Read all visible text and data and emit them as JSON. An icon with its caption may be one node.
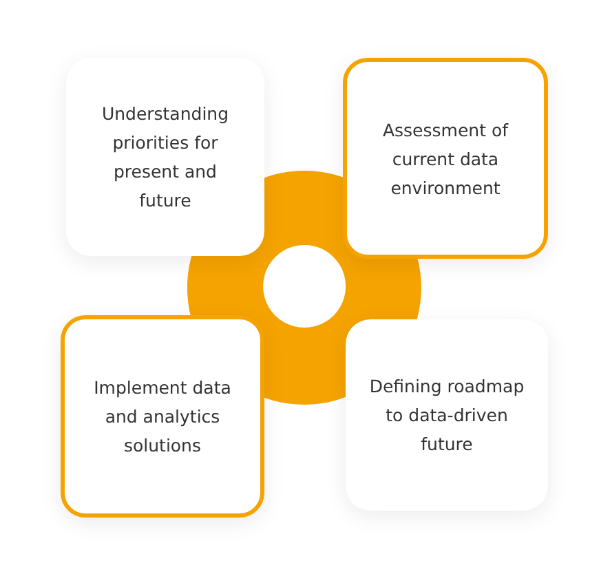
{
  "diagram": {
    "nodes": [
      {
        "text": [
          "Understanding priorities for present and future"
        ]
      },
      {
        "text": [
          "Assessment of current data environment"
        ]
      },
      {
        "text": [
          "Implement data and analytics solutions"
        ]
      },
      {
        "text": [
          "Defining roadmap to data-driven future"
        ]
      },
      {
        "text": [],
        "shape": "ring"
      }
    ],
    "edges": []
  }
}
